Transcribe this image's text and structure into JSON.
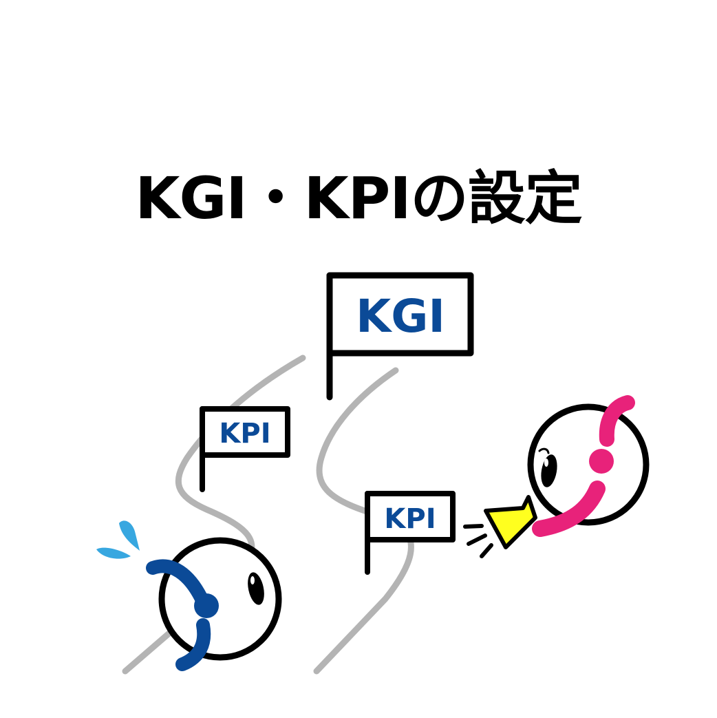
{
  "title": "KGI・KPIの設定",
  "flags": {
    "goal_label": "KGI",
    "milestone_left_label": "KPI",
    "milestone_right_label": "KPI"
  },
  "colors": {
    "background": "#ffffff",
    "ink": "#000000",
    "label_blue": "#0b4a97",
    "path_gray": "#b4b4b4",
    "character_blue": "#0b4a97",
    "character_pink": "#e8227a",
    "sweat_blue": "#37a7e0",
    "megaphone_yellow": "#ffff1f"
  },
  "icons": {
    "goal_flag": "flag-icon",
    "milestone_flag": "flag-icon",
    "worried_character": "character-icon",
    "cheering_character": "character-icon",
    "megaphone": "megaphone-icon",
    "sweat_drops": "sweat-drop-icon"
  }
}
